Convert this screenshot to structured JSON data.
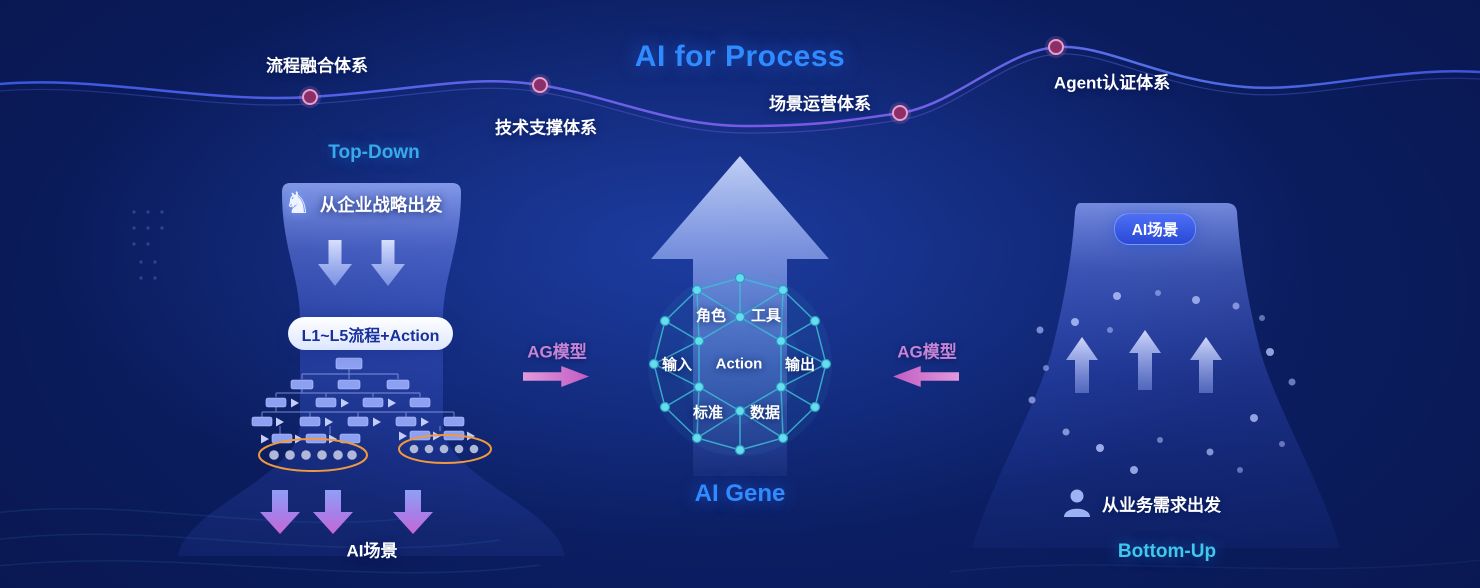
{
  "title": "AI for Process",
  "systems": [
    {
      "label": "流程融合体系"
    },
    {
      "label": "技术支撑体系"
    },
    {
      "label": "场景运营体系"
    },
    {
      "label": "Agent认证体系"
    }
  ],
  "left_tower": {
    "heading": "Top-Down",
    "knight_icon": "♞",
    "strategy_label": "从企业战略出发",
    "process_pill": "L1~L5流程+Action",
    "bottom_label": "AI场景"
  },
  "center": {
    "gene_label": "AI Gene",
    "model_left": "AG模型",
    "model_right": "AG模型",
    "nodes": {
      "role": "角色",
      "tool": "工具",
      "input": "输入",
      "action": "Action",
      "output": "输出",
      "standard": "标准",
      "data": "数据"
    }
  },
  "right_tower": {
    "scene_pill": "AI场景",
    "need_label": "从业务需求出发",
    "heading": "Bottom-Up"
  },
  "colors": {
    "accent": "#2f8bff",
    "top_down": "#38a9ea",
    "bottom_up": "#3fc8ec",
    "ag_text": "#c684d6",
    "ag_arrow": "#c25cc2",
    "orange": "#ef9a3e",
    "node_teal": "#4fd0e6"
  }
}
